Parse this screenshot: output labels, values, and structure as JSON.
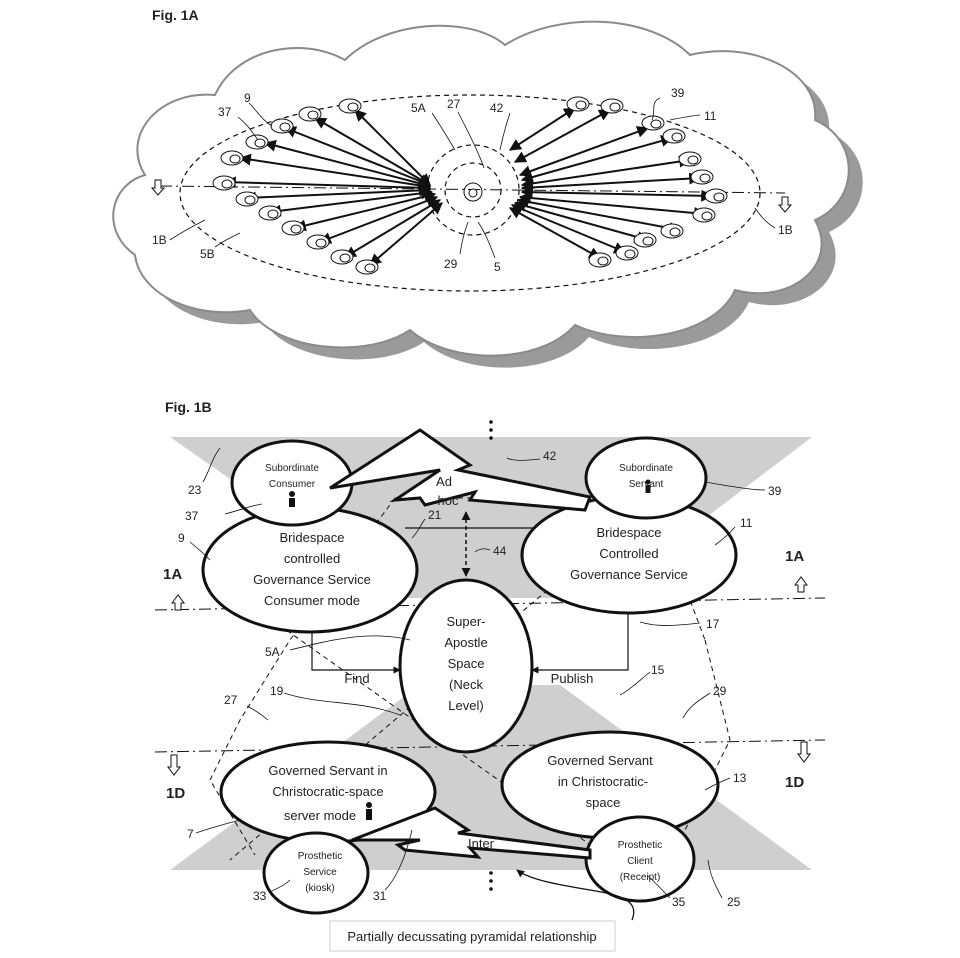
{
  "fig1a": {
    "title": "Fig. 1A",
    "refs": {
      "r37": "37",
      "r9": "9",
      "r5A": "5A",
      "r27": "27",
      "r42": "42",
      "r39": "39",
      "r11": "11",
      "r1B_left": "1B",
      "r5B": "5B",
      "r29": "29",
      "r5": "5",
      "r1B_right": "1B"
    }
  },
  "fig1b": {
    "title": "Fig. 1B",
    "subordinate_consumer": [
      "Subordinate",
      "Consumer"
    ],
    "subordinate_servant": [
      "Subordinate",
      "Servant"
    ],
    "bridespace_consumer": [
      "Bridespace",
      "controlled",
      "Governance Service",
      "Consumer mode"
    ],
    "bridespace_controlled": [
      "Bridespace",
      "Controlled",
      "Governance Service"
    ],
    "super_apostle": [
      "Super-",
      "Apostle",
      "Space",
      "(Neck",
      "Level)"
    ],
    "governed_server": [
      "Governed Servant in",
      "Christocratic-space",
      "server mode"
    ],
    "governed_christocratic": [
      "Governed Servant",
      "in Christocratic-",
      "space"
    ],
    "prosthetic_service": [
      "Prosthetic",
      "Service",
      "(kiosk)"
    ],
    "prosthetic_client": [
      "Prosthetic",
      "Client",
      "(Receipt)"
    ],
    "adhoc": [
      "Ad",
      "hoc"
    ],
    "inter": "Inter",
    "find": "Find",
    "publish": "Publish",
    "level_1A": "1A",
    "level_1D": "1D",
    "caption": "Partially decussating pyramidal relationship",
    "refs": {
      "r23": "23",
      "r37": "37",
      "r9": "9",
      "r21": "21",
      "r42": "42",
      "r39": "39",
      "r11": "11",
      "r44": "44",
      "r17": "17",
      "r5A": "5A",
      "r15": "15",
      "r19": "19",
      "r27": "27",
      "r29": "29",
      "r13": "13",
      "r7": "7",
      "r33": "33",
      "r31": "31",
      "r35": "35",
      "r25": "25"
    }
  },
  "colors": {
    "stroke": "#111111",
    "pyramid_fill": "#cfcfcf",
    "cloud_shadow": "#9a9a9a",
    "cloud_fill": "#ffffff"
  },
  "icons": [
    "person-icon",
    "up-arrow-icon",
    "down-arrow-icon"
  ]
}
